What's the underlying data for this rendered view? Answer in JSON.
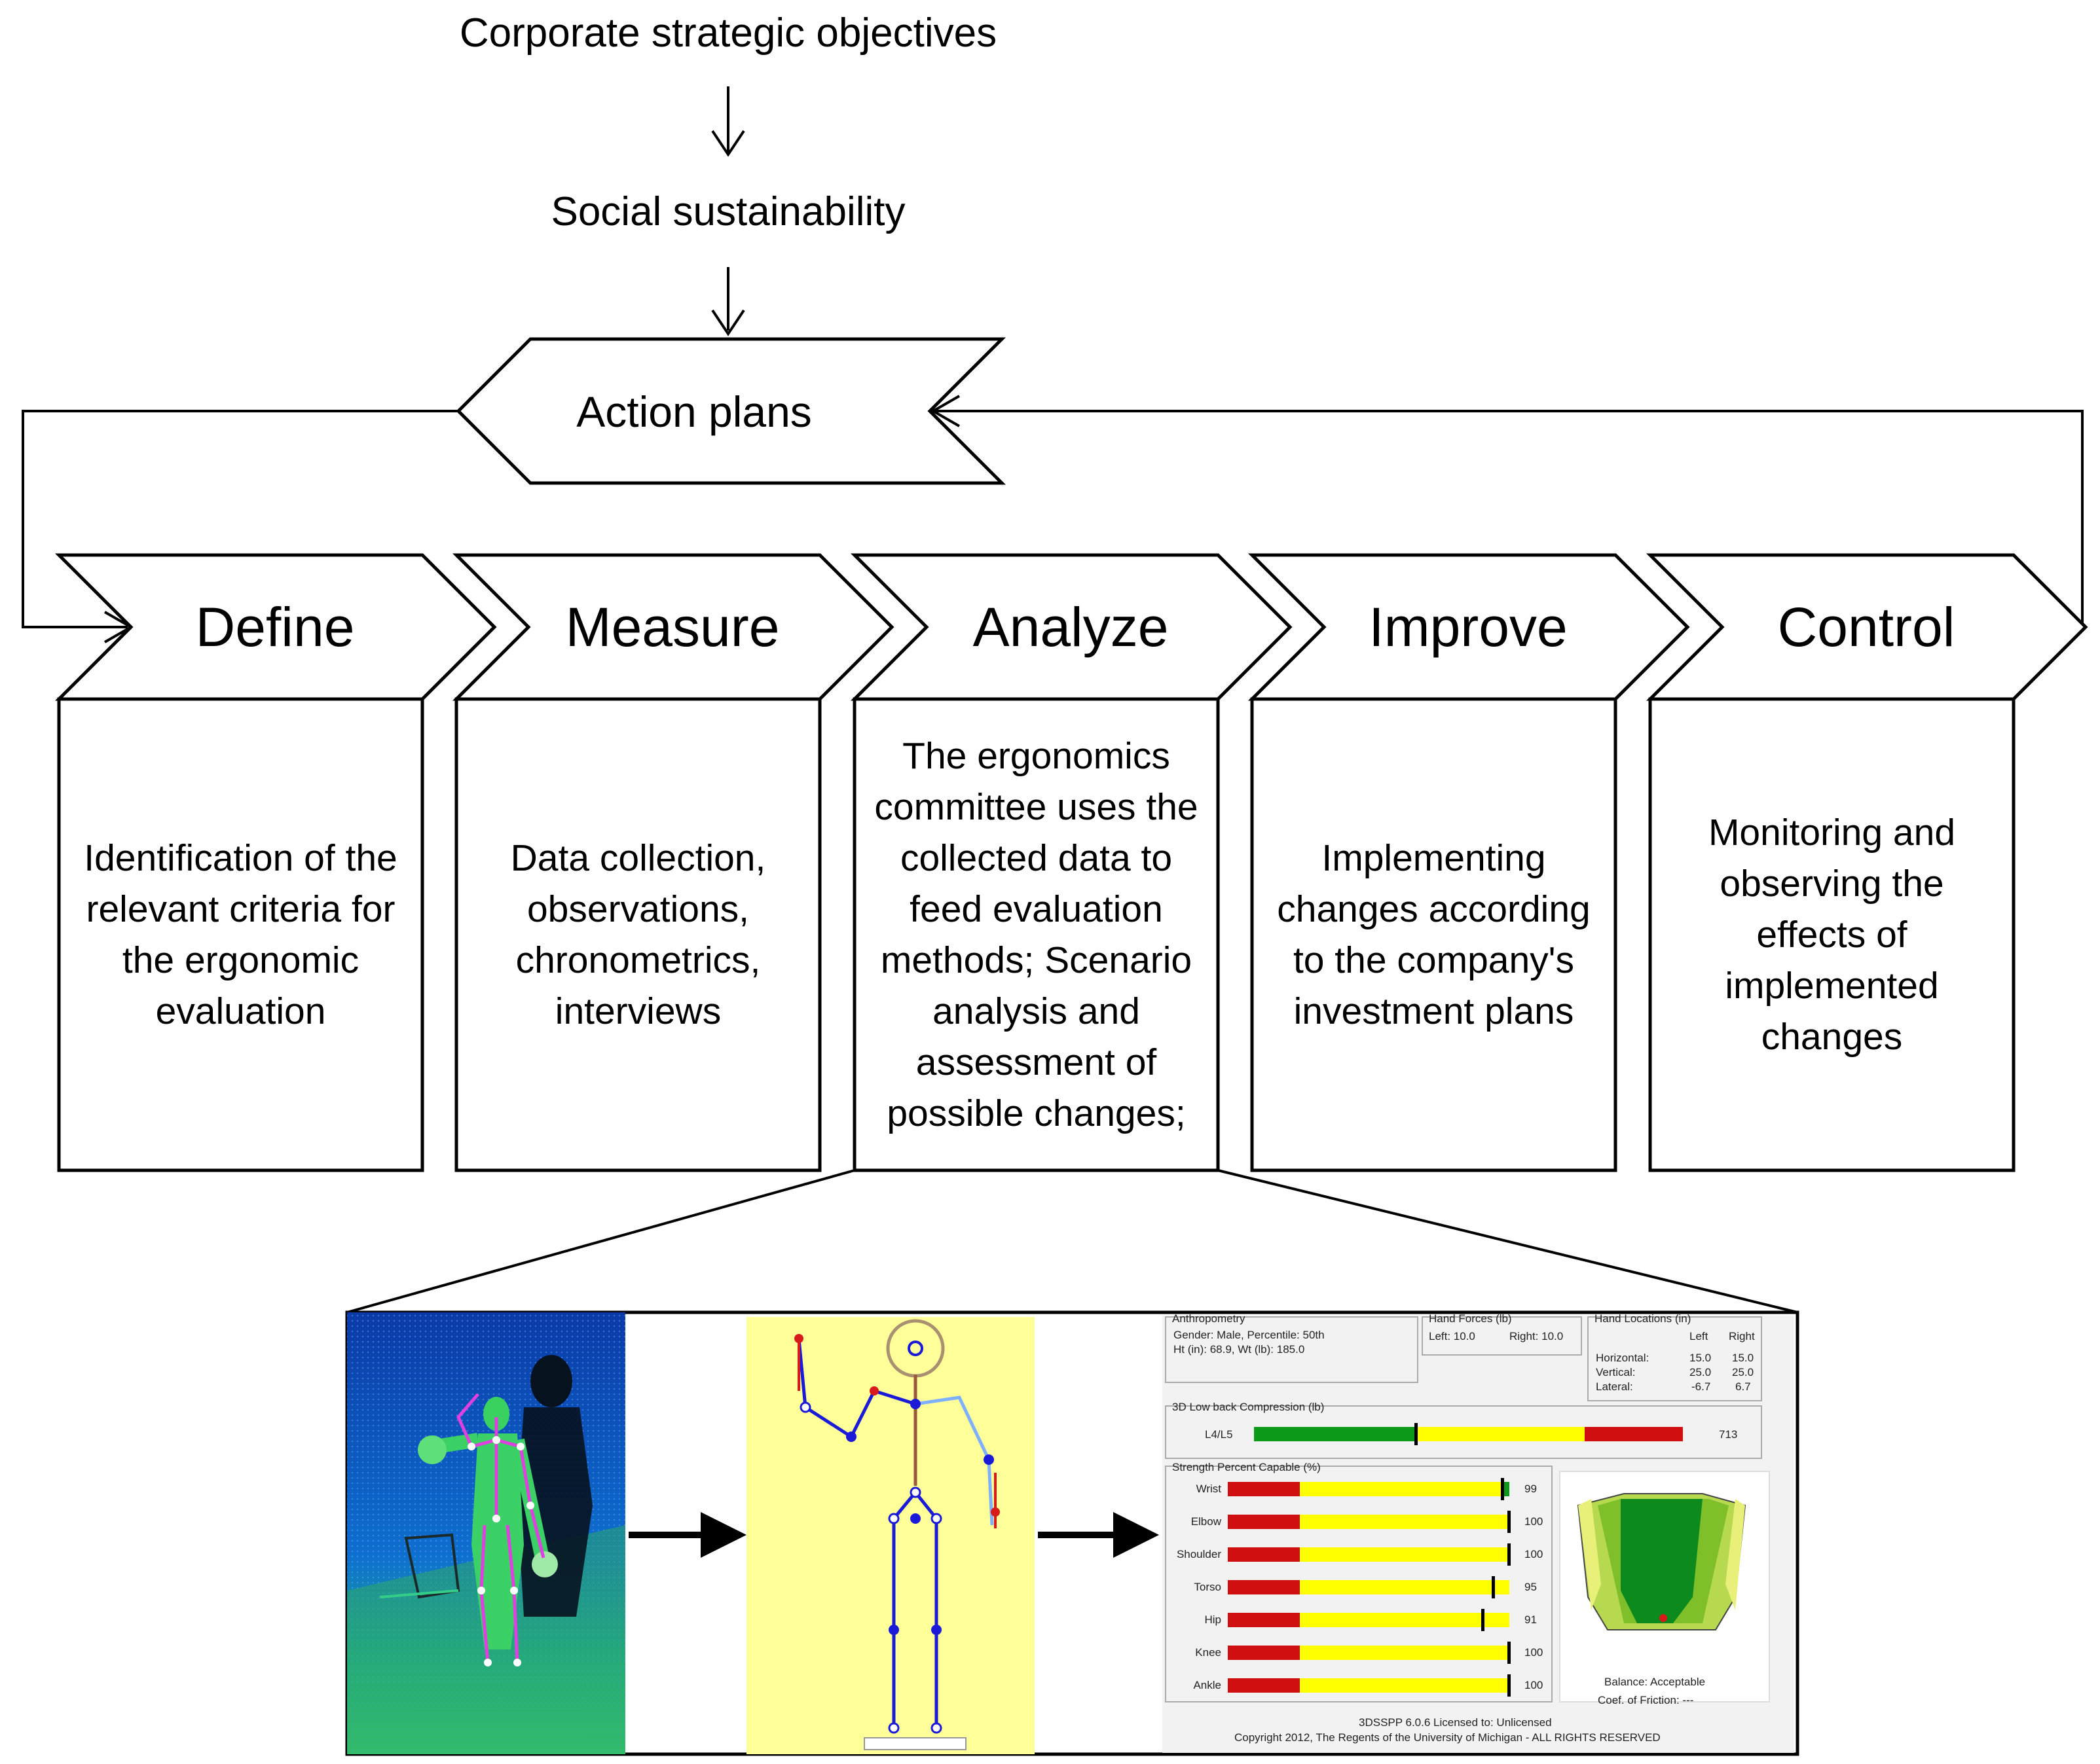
{
  "header": {
    "objectives": "Corporate strategic objectives",
    "sustainability": "Social sustainability",
    "action_plans": "Action plans"
  },
  "phases": [
    {
      "label": "Define",
      "description": "Identification of the relevant criteria for the ergonomic evaluation"
    },
    {
      "label": "Measure",
      "description": "Data collection, observations, chronometrics, interviews"
    },
    {
      "label": "Analyze",
      "description": "The ergonomics committee uses the collected data to feed evaluation methods; Scenario analysis and assessment of possible changes;"
    },
    {
      "label": "Improve",
      "description": "Implementing changes according to the company's investment plans"
    },
    {
      "label": "Control",
      "description": "Monitoring and observing the effects of implemented changes"
    }
  ],
  "software": {
    "anthropometry_title": "Anthropometry",
    "anthropometry_line1": "Gender: Male, Percentile: 50th",
    "anthropometry_line2": "Ht (in): 68.9, Wt (lb): 185.0",
    "hand_forces_title": "Hand Forces (lb)",
    "hand_forces_left": "Left: 10.0",
    "hand_forces_right": "Right: 10.0",
    "hand_locations_title": "Hand Locations (in)",
    "hl_left": "Left",
    "hl_right": "Right",
    "hl_horizontal": "Horizontal:",
    "hl_vertical": "Vertical:",
    "hl_lateral": "Lateral:",
    "hl_h_left": "15.0",
    "hl_h_right": "15.0",
    "hl_v_left": "25.0",
    "hl_v_right": "25.0",
    "hl_l_left": "-6.7",
    "hl_l_right": "6.7",
    "compression_title": "3D Low back Compression (lb)",
    "compression_label": "L4/L5",
    "compression_value": "713",
    "strength_title": "Strength Percent Capable (%)",
    "strength": [
      {
        "label": "Wrist",
        "value": "99"
      },
      {
        "label": "Elbow",
        "value": "100"
      },
      {
        "label": "Shoulder",
        "value": "100"
      },
      {
        "label": "Torso",
        "value": "95"
      },
      {
        "label": "Hip",
        "value": "91"
      },
      {
        "label": "Knee",
        "value": "100"
      },
      {
        "label": "Ankle",
        "value": "100"
      }
    ],
    "balance": "Balance: Acceptable",
    "friction": "Coef. of Friction:   ---",
    "license": "3DSSPP 6.0.6 Licensed to: Unlicensed",
    "copyright": "Copyright 2012, The Regents of the University of Michigan - ALL RIGHTS RESERVED"
  }
}
